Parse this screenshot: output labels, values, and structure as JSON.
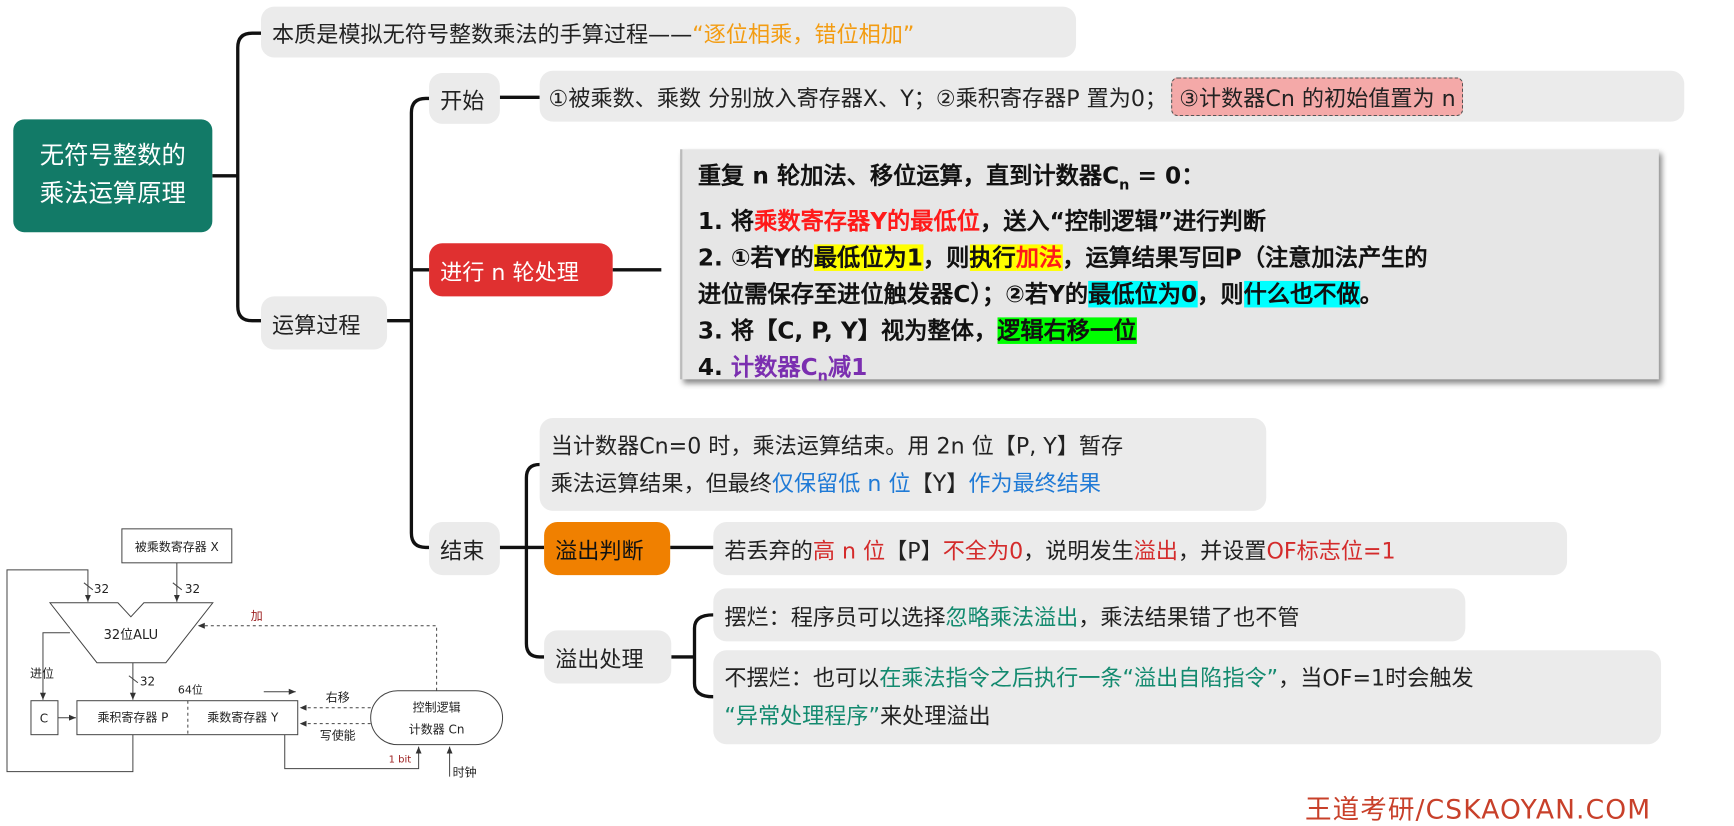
{
  "root": {
    "line1": "无符号整数的",
    "line2": "乘法运算原理"
  },
  "essence": {
    "prefix": "本质是模拟无符号整数乘法的手算过程——",
    "highlight": "“逐位相乘，错位相加”"
  },
  "process": {
    "label": "运算过程",
    "start": {
      "label": "开始",
      "text": "①被乘数、乘数 分别放入寄存器X、Y；②乘积寄存器P 置为0；",
      "highlight": "③计数器Cn 的初始值置为 n"
    },
    "rounds": {
      "label": "进行 n 轮处理",
      "title": "重复 n 轮加法、移位运算，直到计数器C",
      "title_sub": "n",
      "title_end": " = 0：",
      "s1_a": "1. 将",
      "s1_b": "乘数寄存器Y的最低位",
      "s1_c": "，送入“控制逻辑”进行判断",
      "s2_a": "2. ①若Y的",
      "s2_b": "最低位为1",
      "s2_c": "，则",
      "s2_d": "执行",
      "s2_e": "加法",
      "s2_f": "，运算结果写回P（注意加法产生的",
      "s2_g": "进位需保存至进位触发器C）；②若Y的",
      "s2_h": "最低位为0",
      "s2_i": "，则",
      "s2_j": "什么也不做",
      "s2_k": "。",
      "s3_a": "3. 将【C, P, Y】视为整体，",
      "s3_b": "逻辑右移一位",
      "s4_a": "4. ",
      "s4_b": "计数器C",
      "s4_sub": "n",
      "s4_c": "减1"
    },
    "end": {
      "label": "结束",
      "desc_l1": "当计数器Cn=0 时，乘法运算结束。用 2n 位【P, Y】暂存",
      "desc_l2a": "乘法运算结果，但最终",
      "desc_l2b": "仅保留低 n 位",
      "desc_l2c": "【Y】",
      "desc_l2d": "作为最终结果",
      "overflow_judge": {
        "label": "溢出判断",
        "t1": "若丢弃的",
        "t2": "高 n 位",
        "t3": "【P】",
        "t4": "不全为0",
        "t5": "，说明发生",
        "t6": "溢出",
        "t7": "，并设置",
        "t8": "OF标志位=1"
      },
      "overflow_handle": {
        "label": "溢出处理",
        "opt1_a": "摆烂：程序员可以选择",
        "opt1_b": "忽略乘法溢出",
        "opt1_c": "，乘法结果错了也不管",
        "opt2_a": "不摆烂：也可以",
        "opt2_b": "在乘法指令之后执行一条“溢出自陷指令”",
        "opt2_c": "，当OF=1时会触发",
        "opt2_d": "“异常处理程序”",
        "opt2_e": "来处理溢出"
      }
    }
  },
  "diagram": {
    "x_reg": "被乘数寄存器 X",
    "alu": "32位ALU",
    "w32a": "32",
    "w32b": "32",
    "w32c": "32",
    "carry": "进位",
    "c_reg": "C",
    "width64": "64位",
    "p_reg": "乘积寄存器 P",
    "y_reg": "乘数寄存器 Y",
    "shift": "右移",
    "write_enable": "写使能",
    "add": "加",
    "ctrl1": "控制逻辑",
    "ctrl2": "计数器 Cn",
    "bit": "1 bit",
    "clock": "时钟"
  },
  "watermark": "王道考研/CSKAOYAN.COM"
}
